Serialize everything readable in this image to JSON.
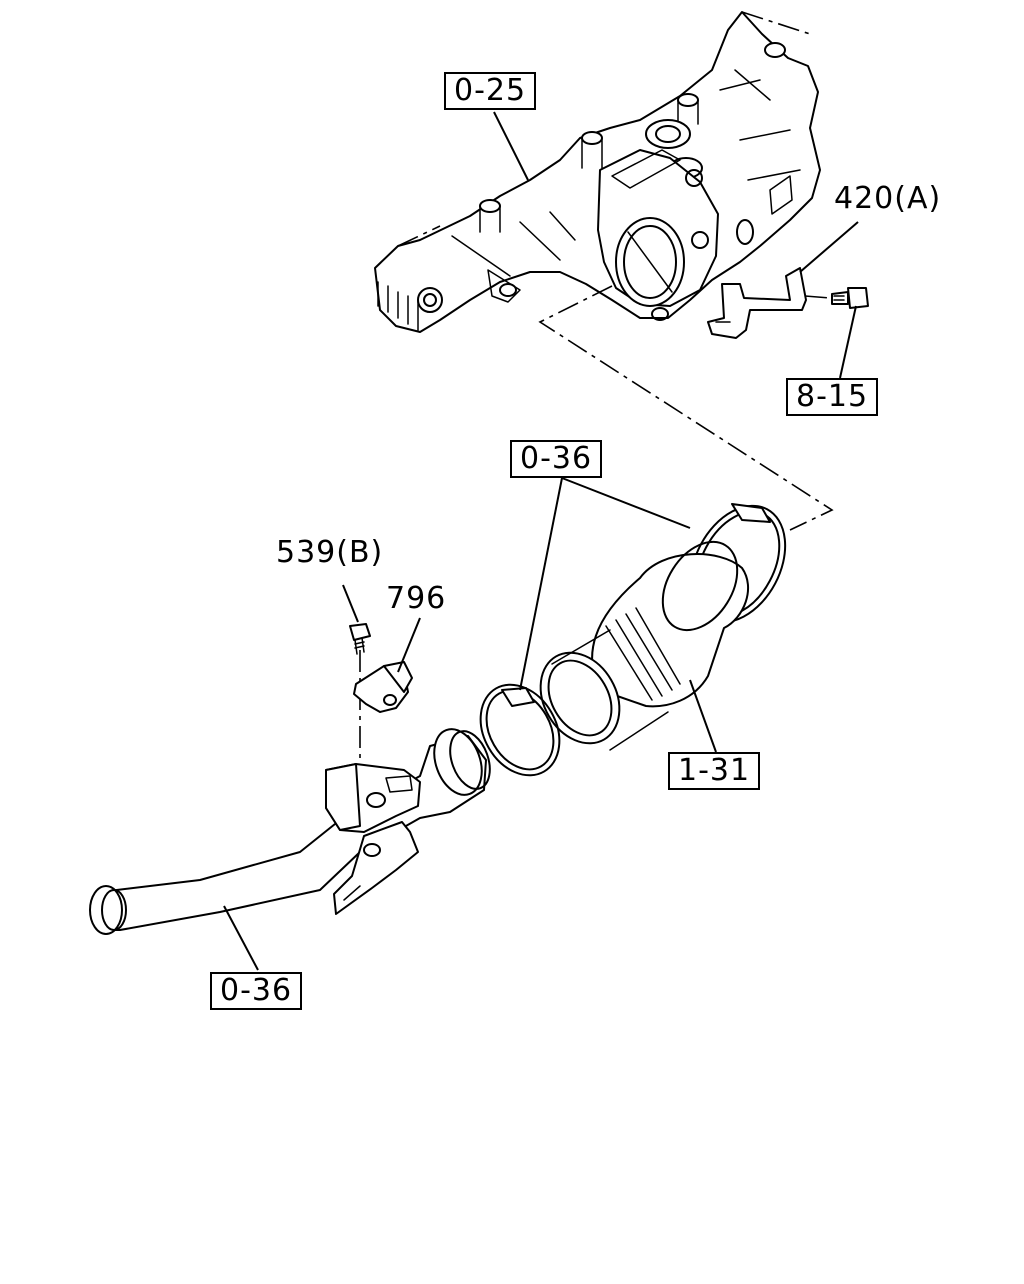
{
  "diagram": {
    "callouts": [
      {
        "id": "intake-manifold",
        "label": "0-25",
        "boxed": true
      },
      {
        "id": "bracket",
        "label": "420(A)",
        "boxed": false
      },
      {
        "id": "bracket-bolt",
        "label": "8-15",
        "boxed": true
      },
      {
        "id": "hose-clamp-upper",
        "label": "0-36",
        "boxed": true
      },
      {
        "id": "screw",
        "label": "539(B)",
        "boxed": false
      },
      {
        "id": "pipe-clip",
        "label": "796",
        "boxed": false
      },
      {
        "id": "air-hose",
        "label": "1-31",
        "boxed": true
      },
      {
        "id": "intake-pipe",
        "label": "0-36",
        "boxed": true
      }
    ]
  }
}
